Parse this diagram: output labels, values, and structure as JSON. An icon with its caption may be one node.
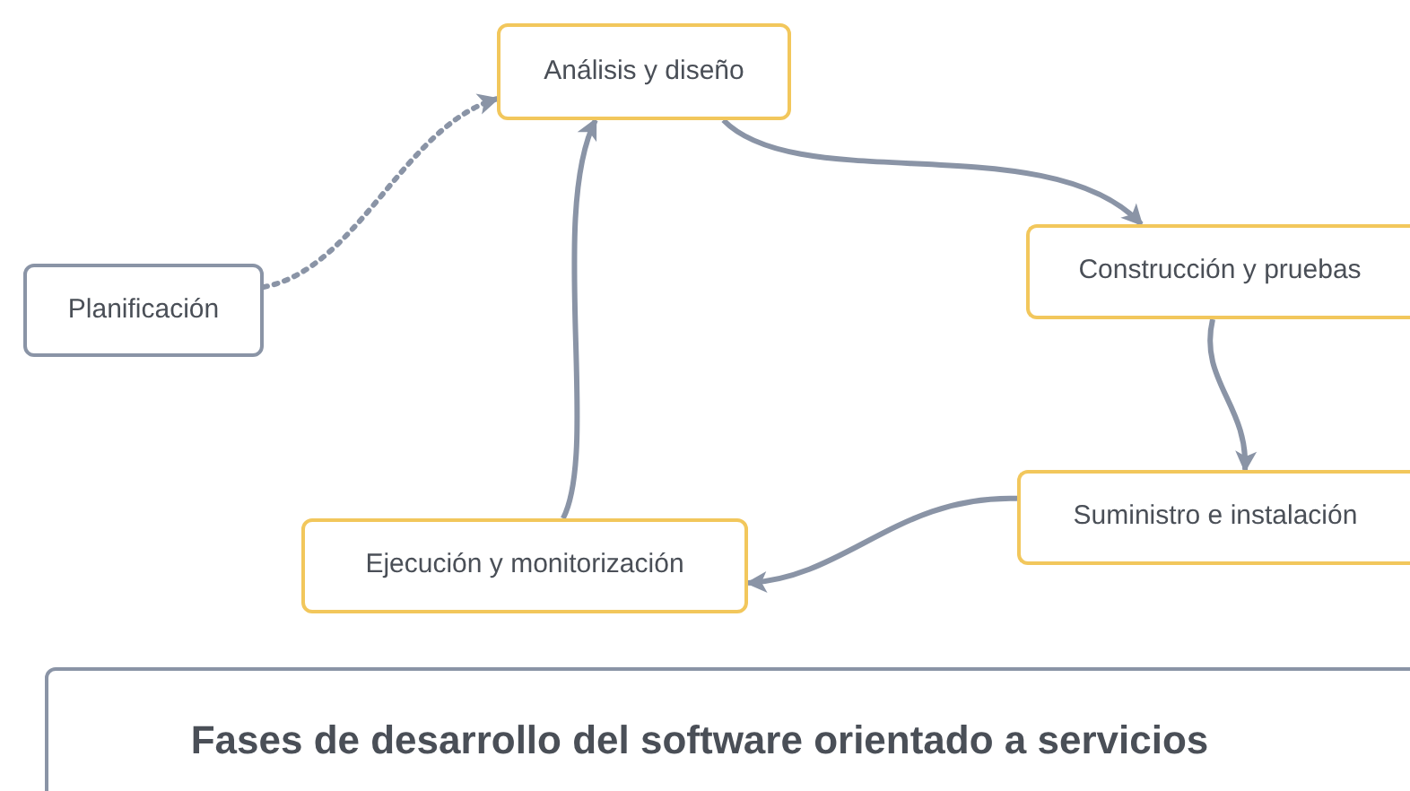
{
  "diagram": {
    "title": "Fases de desarrollo del software orientado a servicios",
    "nodes": [
      {
        "text": [
          "Planificación"
        ]
      },
      {
        "text": [
          "Análisis y diseño"
        ]
      },
      {
        "text": [
          "Construcción y pruebas"
        ]
      },
      {
        "text": [
          "Suministro e instalación"
        ]
      },
      {
        "text": [
          "Ejecución y monitorización"
        ]
      }
    ],
    "edges": [
      {
        "from": 0,
        "to": 1,
        "arrow": "to",
        "style": "dashed"
      },
      {
        "from": 1,
        "to": 2,
        "arrow": "to"
      },
      {
        "from": 2,
        "to": 3,
        "arrow": "to"
      },
      {
        "from": 3,
        "to": 4,
        "arrow": "to"
      },
      {
        "from": 4,
        "to": 1,
        "arrow": "to"
      }
    ]
  }
}
